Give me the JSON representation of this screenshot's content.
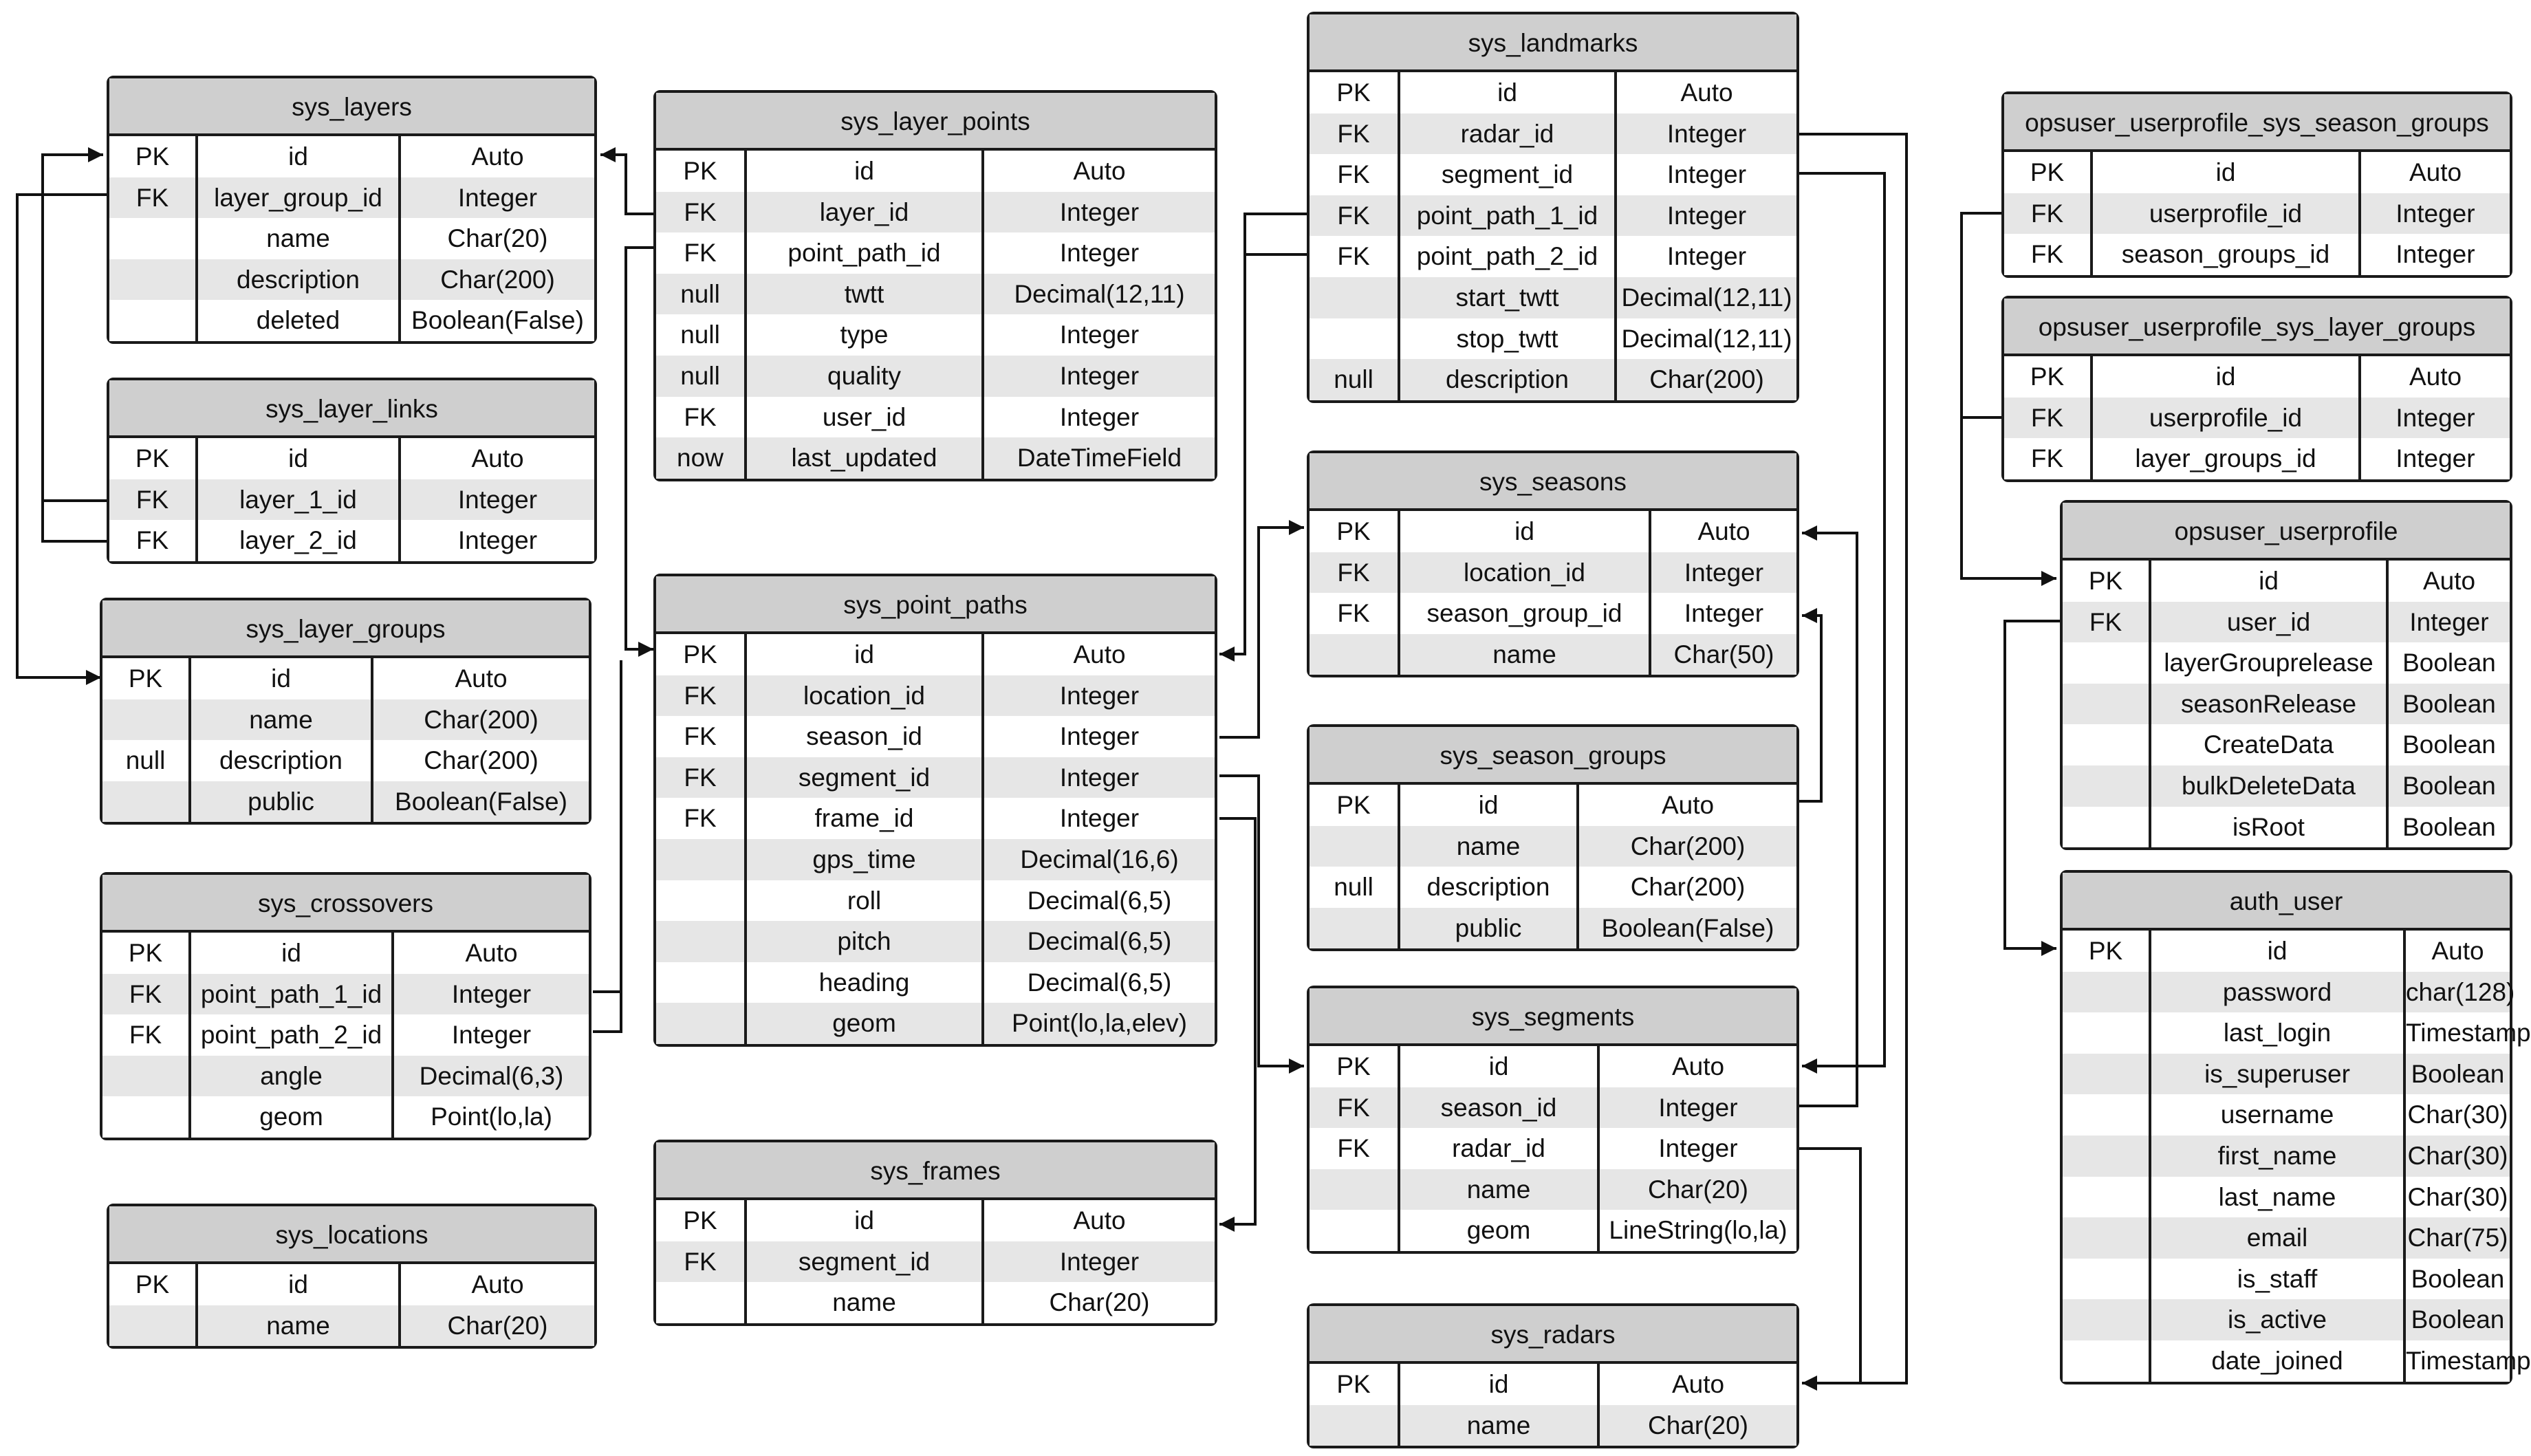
{
  "tables": [
    {
      "id": "sys_layers",
      "title": "sys_layers",
      "rows": [
        [
          "PK",
          "id",
          "Auto"
        ],
        [
          "FK",
          "layer_group_id",
          "Integer"
        ],
        [
          "",
          "name",
          "Char(20)"
        ],
        [
          "",
          "description",
          "Char(200)"
        ],
        [
          "",
          "deleted",
          "Boolean(False)"
        ]
      ]
    },
    {
      "id": "sys_layer_links",
      "title": "sys_layer_links",
      "rows": [
        [
          "PK",
          "id",
          "Auto"
        ],
        [
          "FK",
          "layer_1_id",
          "Integer"
        ],
        [
          "FK",
          "layer_2_id",
          "Integer"
        ]
      ]
    },
    {
      "id": "sys_layer_groups",
      "title": "sys_layer_groups",
      "rows": [
        [
          "PK",
          "id",
          "Auto"
        ],
        [
          "",
          "name",
          "Char(200)"
        ],
        [
          "null",
          "description",
          "Char(200)"
        ],
        [
          "",
          "public",
          "Boolean(False)"
        ]
      ]
    },
    {
      "id": "sys_crossovers",
      "title": "sys_crossovers",
      "rows": [
        [
          "PK",
          "id",
          "Auto"
        ],
        [
          "FK",
          "point_path_1_id",
          "Integer"
        ],
        [
          "FK",
          "point_path_2_id",
          "Integer"
        ],
        [
          "",
          "angle",
          "Decimal(6,3)"
        ],
        [
          "",
          "geom",
          "Point(lo,la)"
        ]
      ]
    },
    {
      "id": "sys_locations",
      "title": "sys_locations",
      "rows": [
        [
          "PK",
          "id",
          "Auto"
        ],
        [
          "",
          "name",
          "Char(20)"
        ]
      ]
    },
    {
      "id": "sys_layer_points",
      "title": "sys_layer_points",
      "rows": [
        [
          "PK",
          "id",
          "Auto"
        ],
        [
          "FK",
          "layer_id",
          "Integer"
        ],
        [
          "FK",
          "point_path_id",
          "Integer"
        ],
        [
          "null",
          "twtt",
          "Decimal(12,11)"
        ],
        [
          "null",
          "type",
          "Integer"
        ],
        [
          "null",
          "quality",
          "Integer"
        ],
        [
          "FK",
          "user_id",
          "Integer"
        ],
        [
          "now",
          "last_updated",
          "DateTimeField"
        ]
      ]
    },
    {
      "id": "sys_point_paths",
      "title": "sys_point_paths",
      "rows": [
        [
          "PK",
          "id",
          "Auto"
        ],
        [
          "FK",
          "location_id",
          "Integer"
        ],
        [
          "FK",
          "season_id",
          "Integer"
        ],
        [
          "FK",
          "segment_id",
          "Integer"
        ],
        [
          "FK",
          "frame_id",
          "Integer"
        ],
        [
          "",
          "gps_time",
          "Decimal(16,6)"
        ],
        [
          "",
          "roll",
          "Decimal(6,5)"
        ],
        [
          "",
          "pitch",
          "Decimal(6,5)"
        ],
        [
          "",
          "heading",
          "Decimal(6,5)"
        ],
        [
          "",
          "geom",
          "Point(lo,la,elev)"
        ]
      ]
    },
    {
      "id": "sys_frames",
      "title": "sys_frames",
      "rows": [
        [
          "PK",
          "id",
          "Auto"
        ],
        [
          "FK",
          "segment_id",
          "Integer"
        ],
        [
          "",
          "name",
          "Char(20)"
        ]
      ]
    },
    {
      "id": "sys_landmarks",
      "title": "sys_landmarks",
      "rows": [
        [
          "PK",
          "id",
          "Auto"
        ],
        [
          "FK",
          "radar_id",
          "Integer"
        ],
        [
          "FK",
          "segment_id",
          "Integer"
        ],
        [
          "FK",
          "point_path_1_id",
          "Integer"
        ],
        [
          "FK",
          "point_path_2_id",
          "Integer"
        ],
        [
          "",
          "start_twtt",
          "Decimal(12,11)"
        ],
        [
          "",
          "stop_twtt",
          "Decimal(12,11)"
        ],
        [
          "null",
          "description",
          "Char(200)"
        ]
      ]
    },
    {
      "id": "sys_seasons",
      "title": "sys_seasons",
      "rows": [
        [
          "PK",
          "id",
          "Auto"
        ],
        [
          "FK",
          "location_id",
          "Integer"
        ],
        [
          "FK",
          "season_group_id",
          "Integer"
        ],
        [
          "",
          "name",
          "Char(50)"
        ]
      ]
    },
    {
      "id": "sys_season_groups",
      "title": "sys_season_groups",
      "rows": [
        [
          "PK",
          "id",
          "Auto"
        ],
        [
          "",
          "name",
          "Char(200)"
        ],
        [
          "null",
          "description",
          "Char(200)"
        ],
        [
          "",
          "public",
          "Boolean(False)"
        ]
      ]
    },
    {
      "id": "sys_segments",
      "title": "sys_segments",
      "rows": [
        [
          "PK",
          "id",
          "Auto"
        ],
        [
          "FK",
          "season_id",
          "Integer"
        ],
        [
          "FK",
          "radar_id",
          "Integer"
        ],
        [
          "",
          "name",
          "Char(20)"
        ],
        [
          "",
          "geom",
          "LineString(lo,la)"
        ]
      ]
    },
    {
      "id": "sys_radars",
      "title": "sys_radars",
      "rows": [
        [
          "PK",
          "id",
          "Auto"
        ],
        [
          "",
          "name",
          "Char(20)"
        ]
      ]
    },
    {
      "id": "opsuser_userprofile_sys_season_groups",
      "title": "opsuser_userprofile_sys_season_groups",
      "rows": [
        [
          "PK",
          "id",
          "Auto"
        ],
        [
          "FK",
          "userprofile_id",
          "Integer"
        ],
        [
          "FK",
          "season_groups_id",
          "Integer"
        ]
      ]
    },
    {
      "id": "opsuser_userprofile_sys_layer_groups",
      "title": "opsuser_userprofile_sys_layer_groups",
      "rows": [
        [
          "PK",
          "id",
          "Auto"
        ],
        [
          "FK",
          "userprofile_id",
          "Integer"
        ],
        [
          "FK",
          "layer_groups_id",
          "Integer"
        ]
      ]
    },
    {
      "id": "opsuser_userprofile",
      "title": "opsuser_userprofile",
      "rows": [
        [
          "PK",
          "id",
          "Auto"
        ],
        [
          "FK",
          "user_id",
          "Integer"
        ],
        [
          "",
          "layerGrouprelease",
          "Boolean"
        ],
        [
          "",
          "seasonRelease",
          "Boolean"
        ],
        [
          "",
          "CreateData",
          "Boolean"
        ],
        [
          "",
          "bulkDeleteData",
          "Boolean"
        ],
        [
          "",
          "isRoot",
          "Boolean"
        ]
      ]
    },
    {
      "id": "auth_user",
      "title": "auth_user",
      "rows": [
        [
          "PK",
          "id",
          "Auto"
        ],
        [
          "",
          "password",
          "char(128)"
        ],
        [
          "",
          "last_login",
          "Timestamp"
        ],
        [
          "",
          "is_superuser",
          "Boolean"
        ],
        [
          "",
          "username",
          "Char(30)"
        ],
        [
          "",
          "first_name",
          "Char(30)"
        ],
        [
          "",
          "last_name",
          "Char(30)"
        ],
        [
          "",
          "email",
          "Char(75)"
        ],
        [
          "",
          "is_staff",
          "Boolean"
        ],
        [
          "",
          "is_active",
          "Boolean"
        ],
        [
          "",
          "date_joined",
          "Timestamp"
        ]
      ]
    }
  ]
}
